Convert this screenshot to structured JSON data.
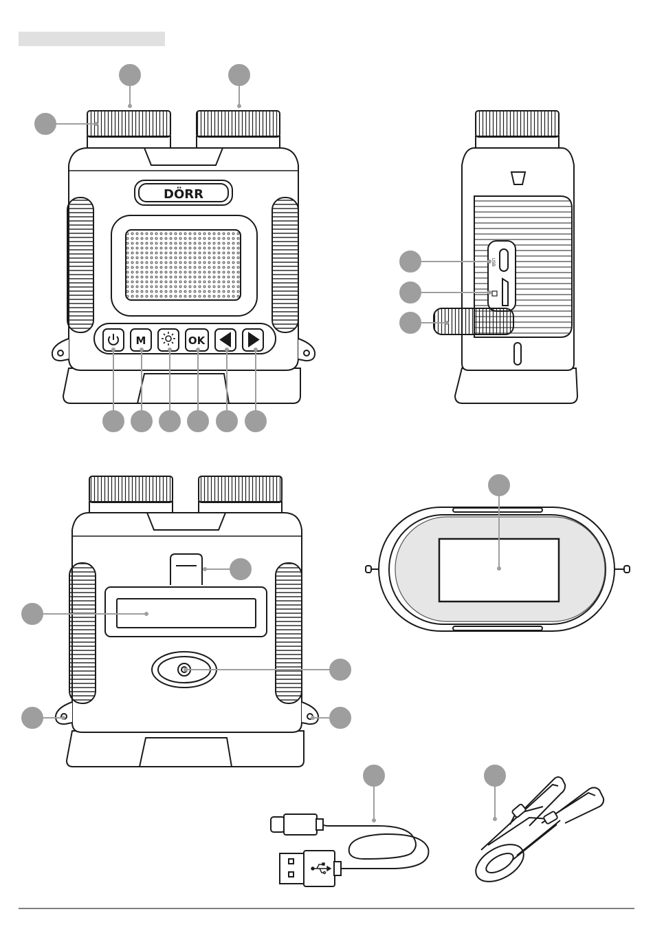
{
  "device": {
    "brand": "DÖRR",
    "buttons": [
      {
        "name": "power-button",
        "label": "",
        "icon": "power-icon"
      },
      {
        "name": "mode-button",
        "label": "M",
        "icon": ""
      },
      {
        "name": "ir-brightness-button",
        "label": "",
        "icon": "sun-icon"
      },
      {
        "name": "ok-button",
        "label": "OK",
        "icon": ""
      },
      {
        "name": "left-arrow-button",
        "label": "",
        "icon": "left-arrow-icon"
      },
      {
        "name": "right-arrow-button",
        "label": "",
        "icon": "right-arrow-icon"
      }
    ],
    "usb_port_label": "USB"
  },
  "colors": {
    "stroke": "#1a1a1a",
    "callout": "#9e9e9e",
    "header_bar": "#e0e0e0",
    "screen_fill": "#e6e6e6",
    "footer_line": "#555555"
  }
}
